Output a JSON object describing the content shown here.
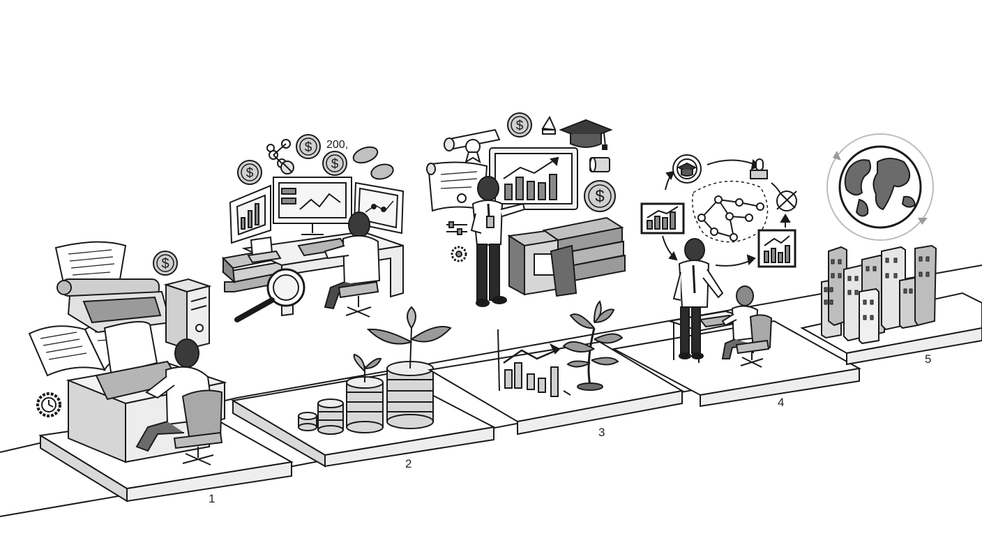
{
  "stages": [
    {
      "label": "1"
    },
    {
      "label": "2"
    },
    {
      "label": "3"
    },
    {
      "label": "4"
    },
    {
      "label": "5"
    }
  ],
  "floating_text": "200,",
  "icons": {
    "dollar": "$"
  },
  "colors": {
    "ink": "#1a1a1a",
    "fill_light": "#f2f2f2",
    "fill_mid": "#c8c8c8",
    "fill_dark": "#8a8a8a",
    "platform_side": "#d9d9d9"
  }
}
